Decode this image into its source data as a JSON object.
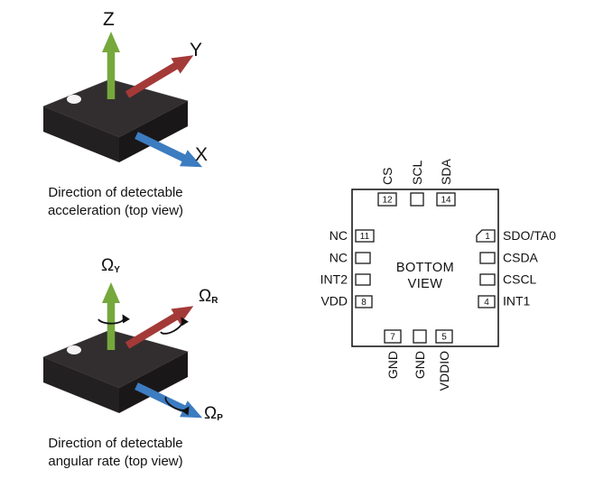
{
  "figure_acceleration": {
    "axis_z": "Z",
    "axis_y": "Y",
    "axis_x": "X",
    "caption_line1": "Direction of detectable",
    "caption_line2": "acceleration (top view)"
  },
  "figure_angular_rate": {
    "omega": "Ω",
    "sub_yaw": "Y",
    "sub_roll": "R",
    "sub_pitch": "P",
    "caption_line1": "Direction of detectable",
    "caption_line2": "angular rate (top view)"
  },
  "pinout": {
    "center_line1": "BOTTOM",
    "center_line2": "VIEW",
    "top_pins": [
      {
        "num": "12",
        "label": "CS"
      },
      {
        "num": "",
        "label": "SCL"
      },
      {
        "num": "14",
        "label": "SDA"
      }
    ],
    "left_pins": [
      {
        "num": "11",
        "label": "NC"
      },
      {
        "num": "",
        "label": "NC"
      },
      {
        "num": "",
        "label": "INT2"
      },
      {
        "num": "8",
        "label": "VDD"
      }
    ],
    "right_pins": [
      {
        "num": "1",
        "label": "SDO/TA0"
      },
      {
        "num": "",
        "label": "CSDA"
      },
      {
        "num": "",
        "label": "CSCL"
      },
      {
        "num": "4",
        "label": "INT1"
      }
    ],
    "bottom_pins": [
      {
        "num": "7",
        "label": "GND"
      },
      {
        "num": "",
        "label": "GND"
      },
      {
        "num": "5",
        "label": "VDDIO"
      }
    ]
  },
  "colors": {
    "z_axis_green": "#76a83c",
    "y_axis_red": "#a43a38",
    "x_axis_blue": "#3c7cc0",
    "chip_top": "#322e2f",
    "chip_front": "#232021",
    "chip_side": "#1a1718"
  }
}
